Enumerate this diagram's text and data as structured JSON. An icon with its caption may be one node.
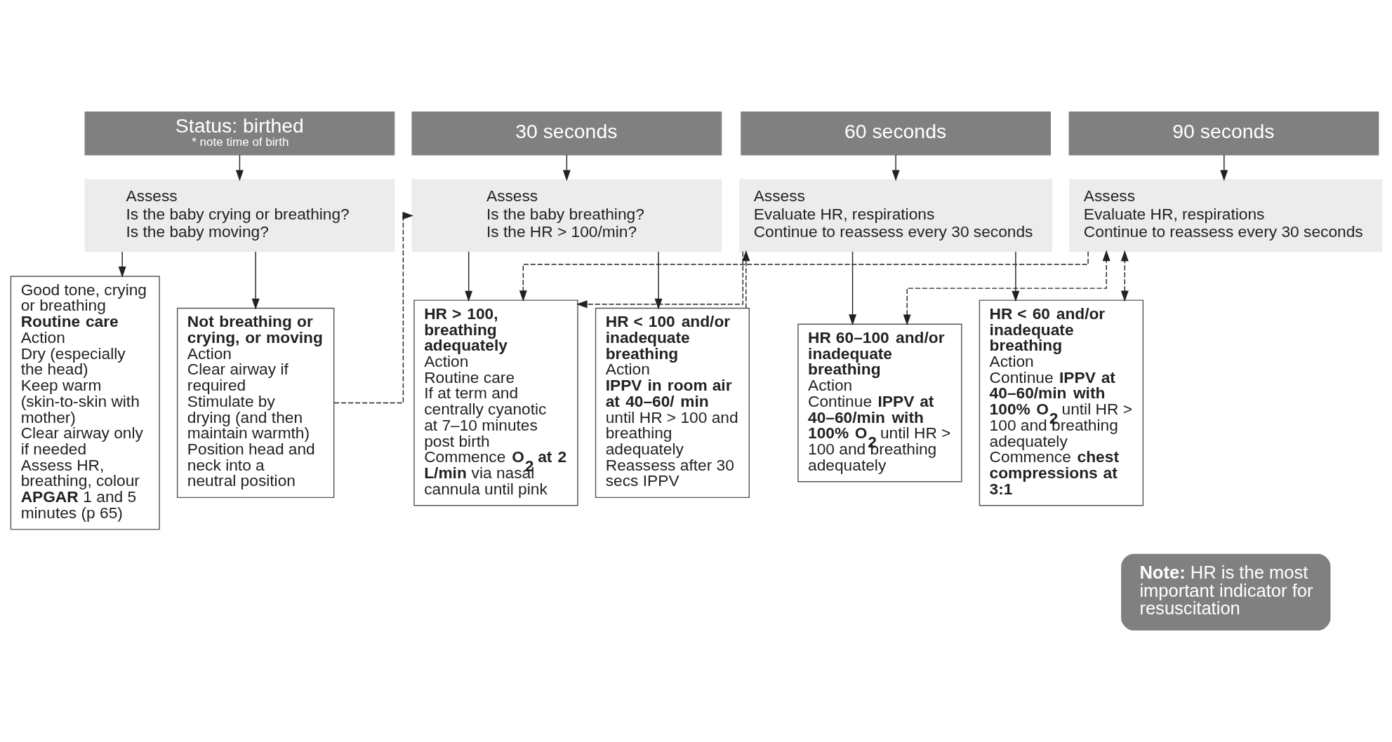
{
  "diagram": {
    "nodes": [
      {
        "text": [
          "Status: birthed",
          "* note time of birth"
        ]
      },
      {
        "text": [
          "Assess",
          "Is the baby crying or breathing?",
          "Is the baby moving?"
        ]
      },
      {
        "text": [
          "Not breathing or crying, or moving",
          "Action",
          "Clear airway if required",
          "Stimulate by drying (and then maintain warmth)",
          "Position head and neck into a neutral position"
        ]
      },
      {
        "text": [
          "Good tone, crying or breathing",
          "Routine care",
          "Action",
          "Dry (especially the head)",
          "Keep warm (skin-to-skin with mother)",
          "Clear airway only if needed",
          "Assess HR, breathing, colour",
          "**APGAR** 1 and 5 minutes (p 65)"
        ]
      },
      {
        "text": [
          "30 seconds"
        ]
      },
      {
        "text": [
          "Assess",
          "Is the baby breathing?",
          "Is the HR > 100/min?"
        ]
      },
      {
        "text": [
          "HR < 100 and/or inadequate breathing",
          "Action",
          "**IPPV in room air at 40–60/ min** until HR > 100 and breathing adequately",
          "Reassess after 30 secs IPPV"
        ]
      },
      {
        "text": [
          "HR > 100, breathing adequately",
          "Action",
          "Routine care",
          "If at term and centrally cyanotic at 7–10 minutes post birth",
          "Commence **O$_{2}$ at 2 L/min** via nasal cannula until pink"
        ]
      },
      {
        "text": [
          "60 seconds"
        ]
      },
      {
        "text": [
          "Assess",
          "Evaluate HR, respirations",
          "Continue to reassess every 30 seconds"
        ]
      },
      {
        "text": [
          "HR < 60 and/or inadequate breathing",
          "Action",
          "Continue **IPPV at 40–60/min with 100% O$_{2}$** until HR > 100 and breathing adequately",
          "Commence **chest compressions at 3:1**"
        ]
      },
      {
        "text": [
          "HR 60–100 and/or inadequate breathing",
          "Action",
          "Continue **IPPV at 40–60/min with 100% O$_{2}$** until HR > 100 and breathing adequately"
        ]
      },
      {
        "text": [
          "90 seconds"
        ]
      },
      {
        "text": [
          "Assess",
          "Evaluate HR, respirations",
          "Continue to reassess every 30 seconds"
        ]
      },
      {
        "text": [
          "**Note:** HR is the most important indicator for resuscitation"
        ]
      }
    ],
    "edges": [
      {
        "from": 0,
        "to": 1,
        "arrow": "to"
      },
      {
        "from": 1,
        "to": 2,
        "arrow": "to"
      },
      {
        "from": 1,
        "to": 3,
        "arrow": "to"
      },
      {
        "from": 4,
        "to": 5,
        "arrow": "to"
      },
      {
        "from": 5,
        "to": 6,
        "arrow": "to"
      },
      {
        "from": 5,
        "to": 7,
        "arrow": "to"
      },
      {
        "from": 8,
        "to": 9,
        "arrow": "to"
      },
      {
        "from": 9,
        "to": 10,
        "arrow": "to"
      },
      {
        "from": 9,
        "to": 11,
        "arrow": "to"
      },
      {
        "from": 12,
        "to": 13,
        "arrow": "to"
      },
      {
        "from": 2,
        "to": 5,
        "arrow": "to",
        "style": "dashed"
      },
      {
        "from": 6,
        "to": 9,
        "arrow": "to",
        "style": "dashed"
      },
      {
        "from": 9,
        "to": 7,
        "arrow": "to",
        "style": "dashed"
      },
      {
        "from": 10,
        "to": 13,
        "arrow": "both",
        "style": "dashed"
      },
      {
        "from": 11,
        "to": 13,
        "arrow": "both",
        "style": "dashed"
      },
      {
        "from": 13,
        "to": 7,
        "arrow": "to",
        "style": "dashed"
      }
    ]
  }
}
